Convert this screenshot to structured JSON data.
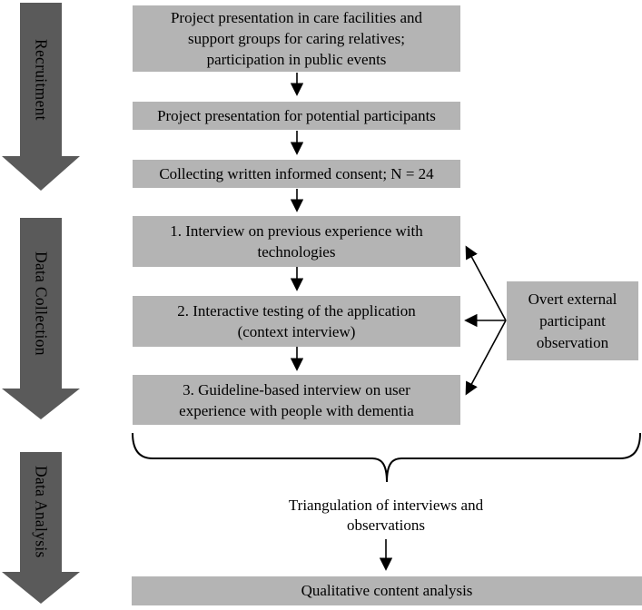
{
  "palette": {
    "box_fill": "#b4b4b4",
    "phase_arrow_fill": "#5a5a5a",
    "line_color": "#000000",
    "text_color": "#000000",
    "background": "#ffffff"
  },
  "phases": [
    {
      "label": "Recruitment"
    },
    {
      "label": "Data Collection"
    },
    {
      "label": "Data Analysis"
    }
  ],
  "flow_boxes": [
    {
      "lines": [
        "Project presentation in care facilities and",
        "support groups for caring relatives;",
        "participation in public events"
      ]
    },
    {
      "lines": [
        "Project presentation for potential participants"
      ]
    },
    {
      "lines": [
        "Collecting written informed consent; N = 24"
      ]
    },
    {
      "lines": [
        "1. Interview on previous experience with",
        "technologies"
      ]
    },
    {
      "lines": [
        "2. Interactive testing of the application",
        "(context interview)"
      ]
    },
    {
      "lines": [
        "3. Guideline-based interview on user",
        "experience with people with dementia"
      ]
    }
  ],
  "observation_box": {
    "lines": [
      "Overt external",
      "participant",
      "observation"
    ]
  },
  "triangulation": {
    "lines": [
      "Triangulation of interviews and",
      "observations"
    ]
  },
  "result_box": {
    "label": "Qualitative content analysis"
  }
}
